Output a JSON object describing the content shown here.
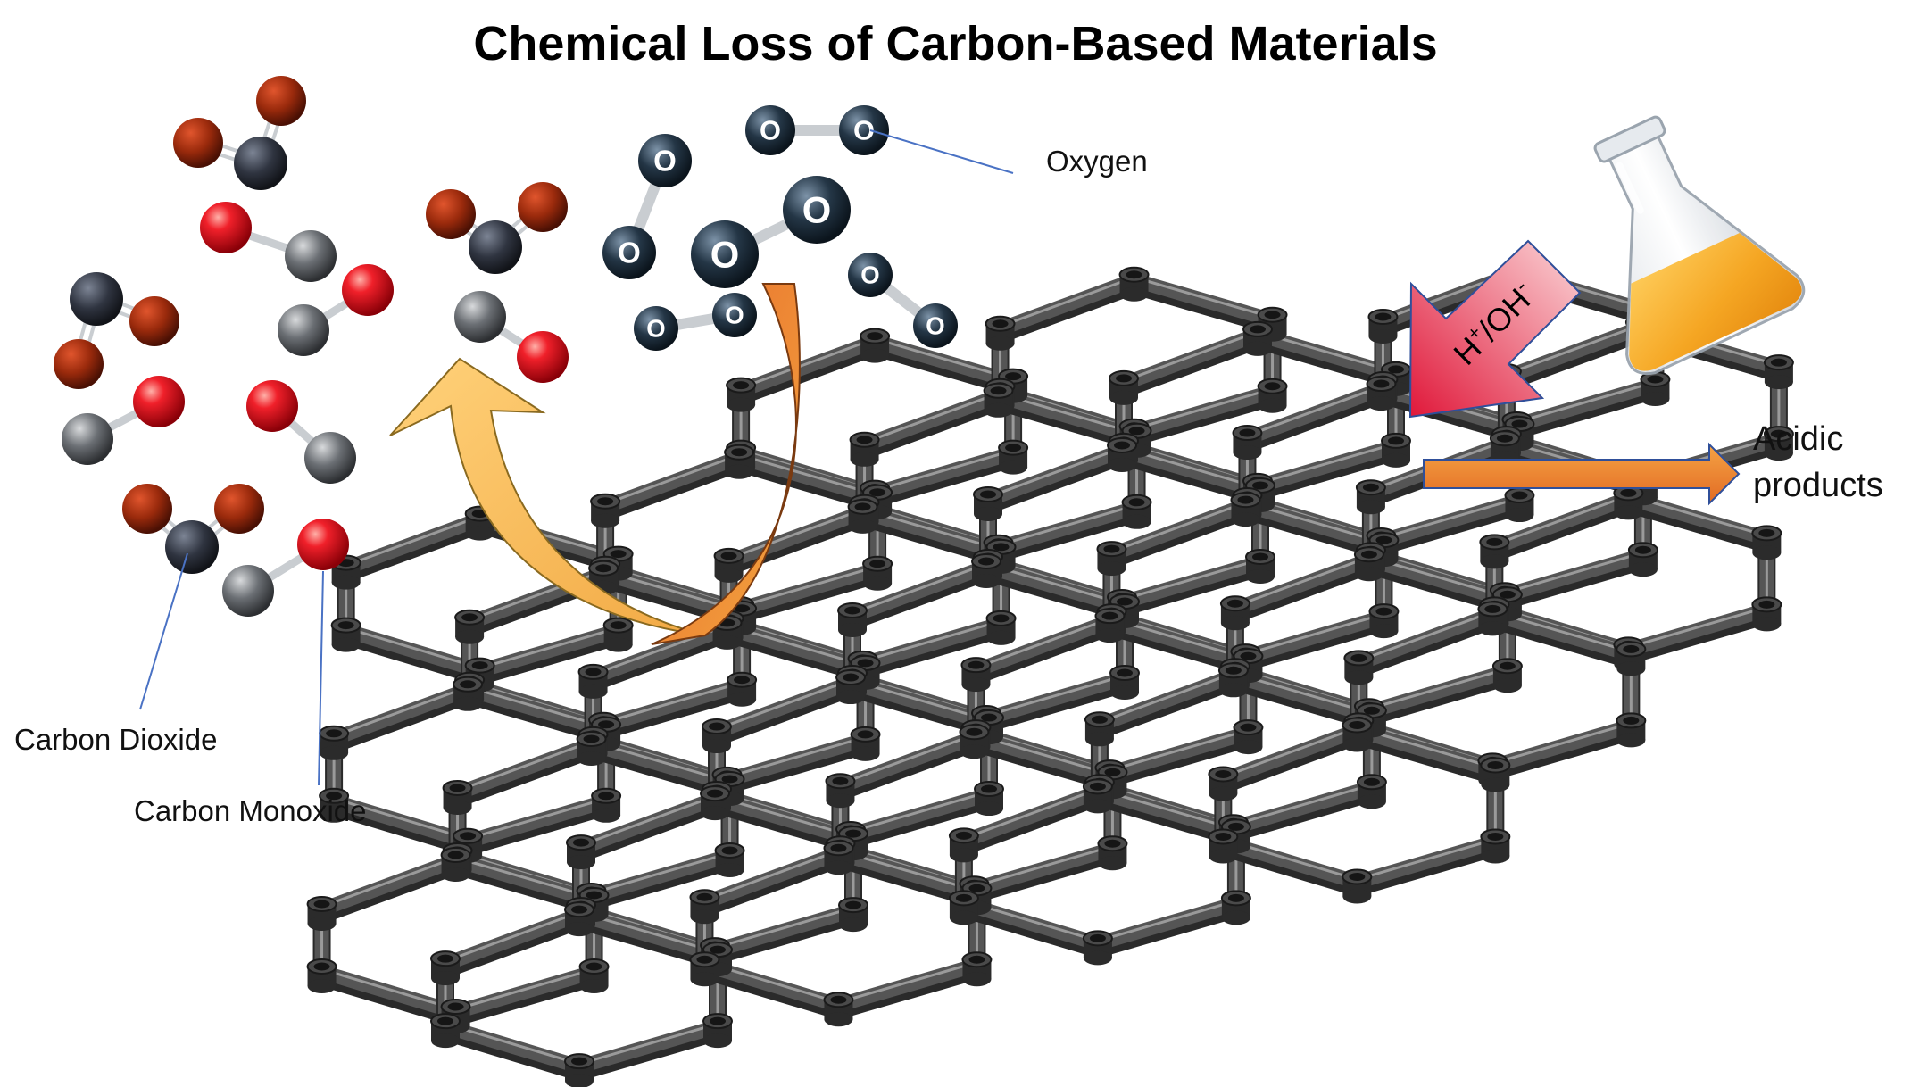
{
  "title": "Chemical Loss of Carbon-Based Materials",
  "labels": {
    "oxygen": "Oxygen",
    "carbon_dioxide": "Carbon Dioxide",
    "carbon_monoxide": "Carbon Monoxide",
    "acidic_line1": "Acidic",
    "acidic_line2": "products",
    "ion_h": "H",
    "ion_plus": "+",
    "ion_slash": "/OH",
    "ion_minus": "-"
  },
  "molecule_symbols": {
    "oxygen_atom": "O"
  },
  "colors": {
    "carbon_dark": "#2f3440",
    "carbon_gray": "#6b6f74",
    "oxygen_dark_red": "#9a2a0c",
    "oxygen_red": "#e0131c",
    "o2_atom": "#243646",
    "lattice": "#4a4a4a",
    "arrow_yellow": "#f6be5a",
    "arrow_orange": "#e8873a",
    "arrow_red": "#e0314c",
    "flask_liquid": "#f5a623"
  },
  "icons": {
    "flask": "erlenmeyer-flask-icon"
  }
}
